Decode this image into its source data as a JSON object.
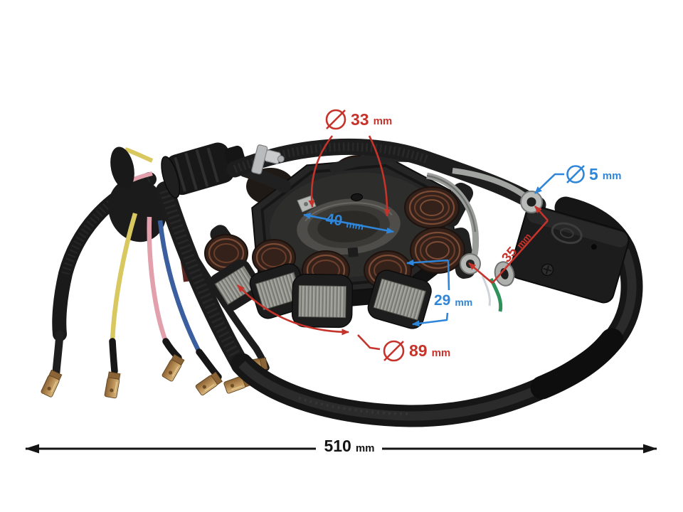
{
  "page": {
    "background_color": "#ffffff",
    "subject": "Stator magneto with wiring harness — dimensioned product photo"
  },
  "annotation_colors": {
    "red": "#c5332b",
    "blue": "#2f86d9",
    "black": "#141414"
  },
  "dimensions": {
    "inner_diameter": {
      "value": "33",
      "unit": "mm",
      "symbol": "diameter"
    },
    "bore_width": {
      "value": "40",
      "unit": "mm"
    },
    "mount_hole_diameter": {
      "value": "5",
      "unit": "mm",
      "symbol": "diameter"
    },
    "bracket_hole_spacing": {
      "value": "35",
      "unit": "mm"
    },
    "coil_width": {
      "value": "29",
      "unit": "mm"
    },
    "outer_diameter": {
      "value": "89",
      "unit": "mm",
      "symbol": "diameter"
    },
    "overall_length": {
      "value": "510",
      "unit": "mm"
    }
  }
}
